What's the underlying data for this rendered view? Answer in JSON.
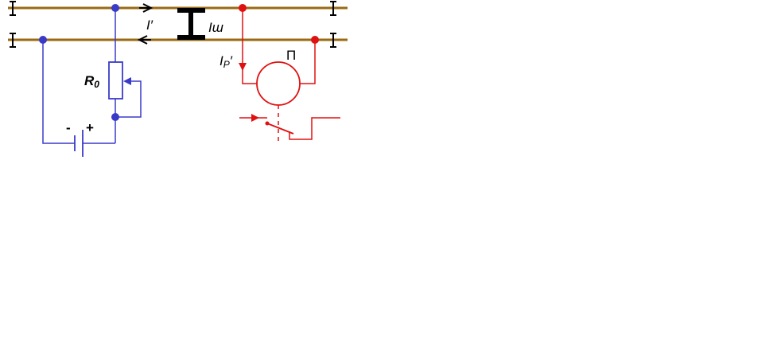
{
  "colors": {
    "rail": "#9a6a12",
    "source_circuit": "#3a3ac8",
    "relay_circuit": "#e01010",
    "joint": "#000000",
    "background": "#ffffff"
  },
  "labels": {
    "current_rail": "I′",
    "shunt_current": "Iш",
    "relay_current_main": "I",
    "relay_current_sub": "P",
    "relay_current_prime": "′",
    "resistor_main": "R",
    "resistor_sub": "0",
    "relay": "П",
    "battery_minus": "-",
    "battery_plus": "+"
  },
  "icons": {
    "rail_end_marker": "i-beam-icon",
    "insulated_joint": "i-beam-joint-icon",
    "current_arrow": "arrow-icon",
    "battery": "battery-icon",
    "resistor": "variable-resistor-icon",
    "relay_coil": "relay-coil-icon",
    "relay_contact": "switch-contact-icon"
  }
}
